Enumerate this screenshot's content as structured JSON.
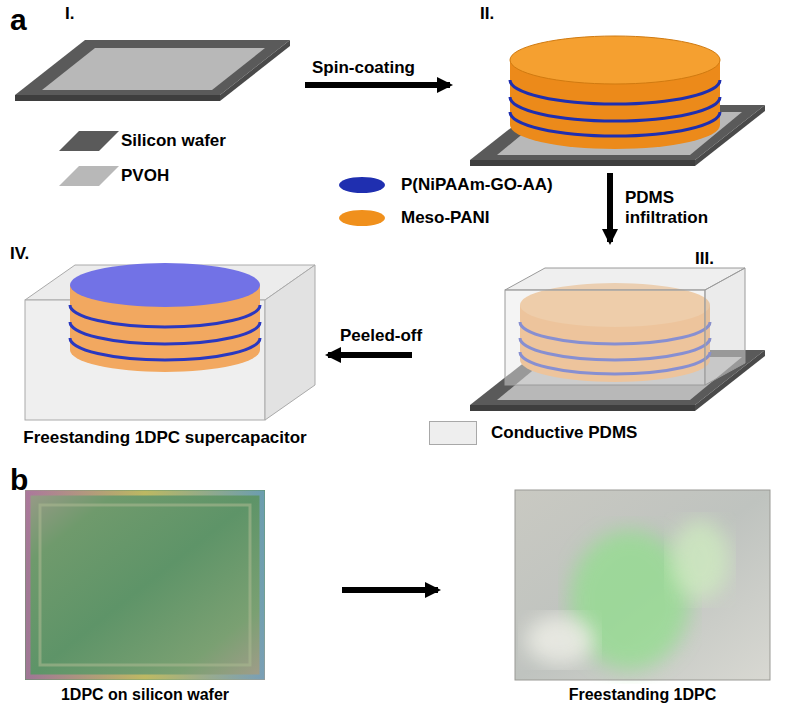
{
  "diagram": {
    "nodes": [
      {
        "text": [
          "I."
        ]
      },
      {
        "text": [
          "II."
        ]
      },
      {
        "text": [
          "III."
        ]
      },
      {
        "text": [
          "IV.",
          "Freestanding 1DPC supercapacitor"
        ]
      },
      {
        "text": [
          "1DPC on silicon wafer"
        ]
      },
      {
        "text": [
          "Freestanding 1DPC"
        ]
      }
    ],
    "edges": [
      {
        "from": 0,
        "to": 1,
        "label": "Spin-coating",
        "arrow": "to"
      },
      {
        "from": 1,
        "to": 2,
        "label": "PDMS infiltration",
        "arrow": "to"
      },
      {
        "from": 2,
        "to": 3,
        "label": "Peeled-off",
        "arrow": "to"
      },
      {
        "from": 4,
        "to": 5,
        "arrow": "to"
      }
    ],
    "labels": [
      "a",
      "b"
    ],
    "legend": [
      {
        "text": "Silicon wafer",
        "color": "#5a5a5a"
      },
      {
        "text": "PVOH",
        "color": "#b8b8b8"
      },
      {
        "text": "P(NiPAAm-GO-AA)",
        "color": "#1f2fb0"
      },
      {
        "text": "Meso-PANI",
        "color": "#f0901c"
      },
      {
        "text": "Conductive PDMS",
        "color": "#eeeeee"
      }
    ]
  }
}
